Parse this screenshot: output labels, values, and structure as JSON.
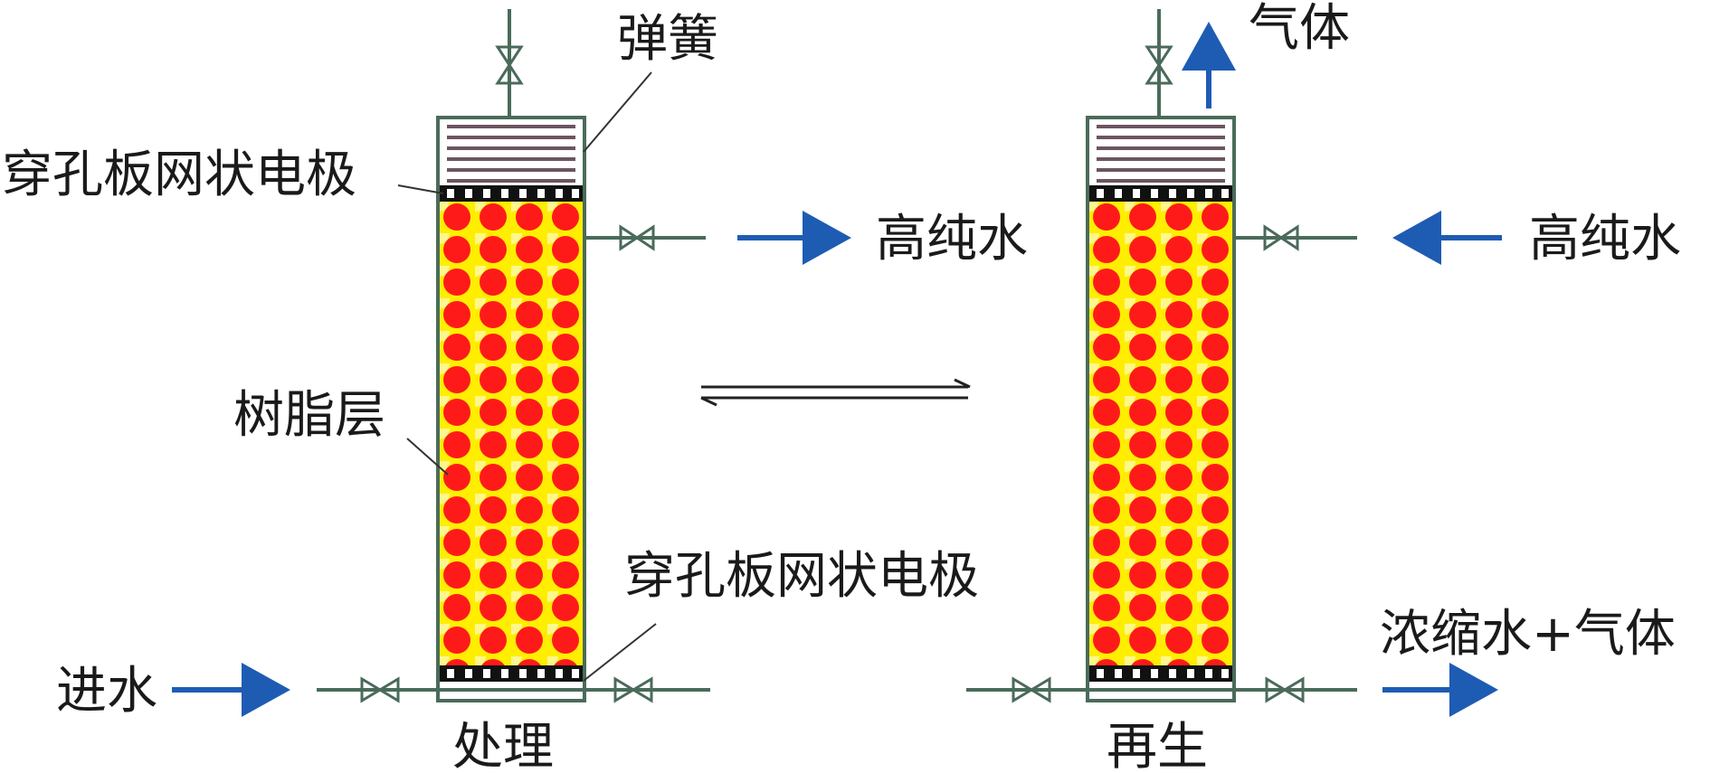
{
  "labels": {
    "spring": "弹簧",
    "top_electrode": "穿孔板网状电极",
    "resin_layer": "树脂层",
    "bottom_electrode": "穿孔板网状电极",
    "inlet_water": "进水",
    "treatment": "处理",
    "left_high_purity_water": "高纯水",
    "regeneration": "再生",
    "right_high_purity_water": "高纯水",
    "gas": "气体",
    "concentrate_gas": "浓缩水+气体"
  },
  "colors": {
    "resin_background": "#ffee00",
    "resin_particle": "#ff1a1a",
    "column_outline": "#4a6b5a",
    "arrow": "#1e5cb3",
    "spring": "#6b5560",
    "electrode": "#111111"
  }
}
